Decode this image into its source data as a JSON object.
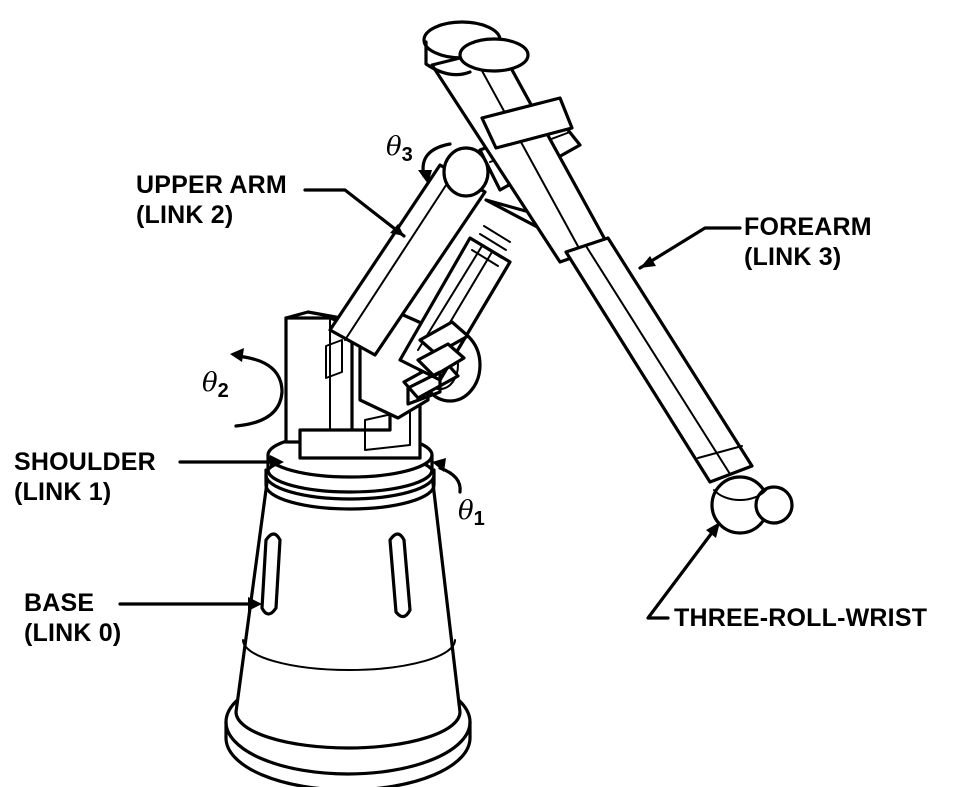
{
  "labels": {
    "upper_arm": "UPPER ARM",
    "upper_arm_link": "(LINK 2)",
    "forearm": "FOREARM",
    "forearm_link": "(LINK 3)",
    "shoulder": "SHOULDER",
    "shoulder_link": "(LINK 1)",
    "base": "BASE",
    "base_link": "(LINK 0)",
    "wrist": "THREE-ROLL-WRIST"
  },
  "angles": {
    "theta1": {
      "symbol": "θ",
      "index": "1"
    },
    "theta2": {
      "symbol": "θ",
      "index": "2"
    },
    "theta3": {
      "symbol": "θ",
      "index": "3"
    }
  }
}
